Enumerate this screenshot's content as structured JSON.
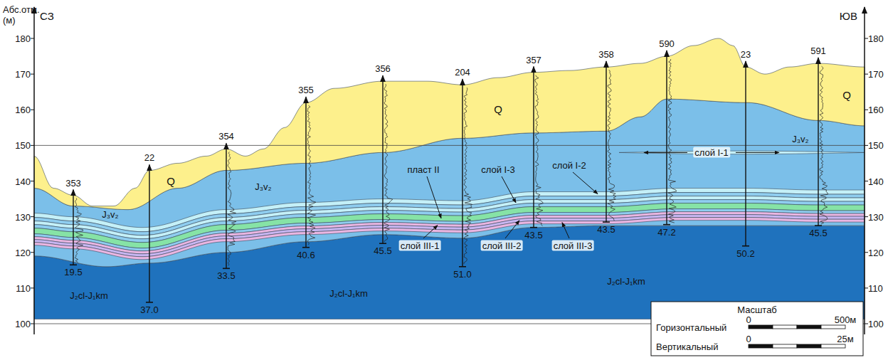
{
  "diagram": {
    "labels": [
      "Абс.отм. (м)",
      "СЗ",
      "ЮВ",
      "180",
      "170",
      "160",
      "150",
      "140",
      "130",
      "120",
      "110",
      "100",
      "180",
      "170",
      "160",
      "150",
      "140",
      "130",
      "120",
      "110",
      "100",
      "353",
      "22",
      "354",
      "355",
      "356",
      "204",
      "357",
      "358",
      "590",
      "23",
      "591",
      "19.5",
      "37.0",
      "33.5",
      "40.6",
      "45.5",
      "51.0",
      "43.5",
      "43.5",
      "47.2",
      "50.2",
      "45.5",
      "Q",
      "Q",
      "Q",
      "J₃v₂",
      "J₃v₂",
      "J₃v₂",
      "J₂cl-J₁km",
      "J₂cl-J₁km",
      "J₂cl-J₁km",
      "слой I-1",
      "слой I-2",
      "слой I-3",
      "пласт II",
      "слой III-1",
      "слой III-2",
      "слой III-3",
      "Масштаб",
      "Горизонтальный",
      "0",
      "500м",
      "Вертикальный",
      "0",
      "25м"
    ]
  }
}
